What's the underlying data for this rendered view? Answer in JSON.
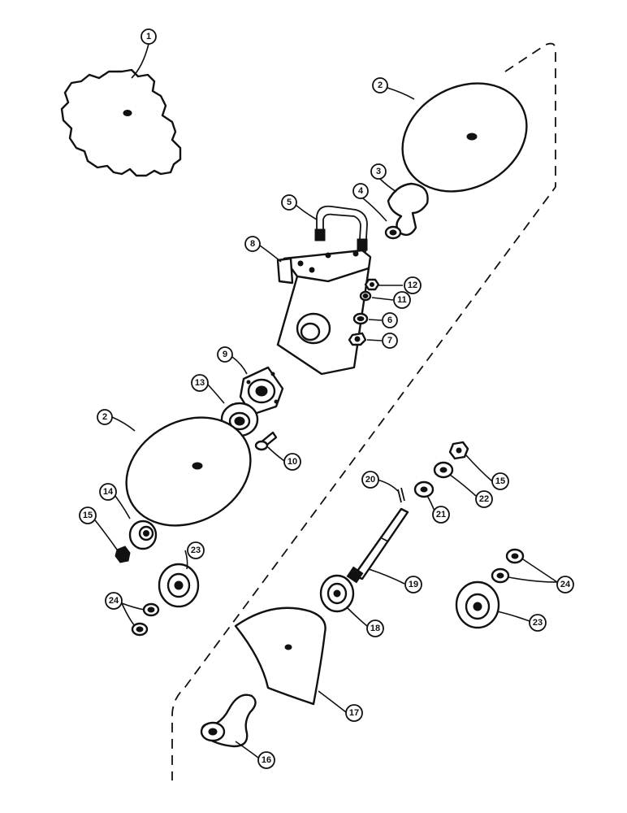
{
  "callouts": [
    {
      "key": "1",
      "label": "1"
    },
    {
      "key": "2a",
      "label": "2"
    },
    {
      "key": "3",
      "label": "3"
    },
    {
      "key": "4",
      "label": "4"
    },
    {
      "key": "5",
      "label": "5"
    },
    {
      "key": "8",
      "label": "8"
    },
    {
      "key": "12",
      "label": "12"
    },
    {
      "key": "11",
      "label": "11"
    },
    {
      "key": "6",
      "label": "6"
    },
    {
      "key": "7",
      "label": "7"
    },
    {
      "key": "9",
      "label": "9"
    },
    {
      "key": "13",
      "label": "13"
    },
    {
      "key": "2b",
      "label": "2"
    },
    {
      "key": "10",
      "label": "10"
    },
    {
      "key": "14",
      "label": "14"
    },
    {
      "key": "15a",
      "label": "15"
    },
    {
      "key": "23a",
      "label": "23"
    },
    {
      "key": "24a",
      "label": "24"
    },
    {
      "key": "20",
      "label": "20"
    },
    {
      "key": "15b",
      "label": "15"
    },
    {
      "key": "22",
      "label": "22"
    },
    {
      "key": "21",
      "label": "21"
    },
    {
      "key": "19",
      "label": "19"
    },
    {
      "key": "18",
      "label": "18"
    },
    {
      "key": "24b",
      "label": "24"
    },
    {
      "key": "23b",
      "label": "23"
    },
    {
      "key": "17",
      "label": "17"
    },
    {
      "key": "16",
      "label": "16"
    }
  ]
}
